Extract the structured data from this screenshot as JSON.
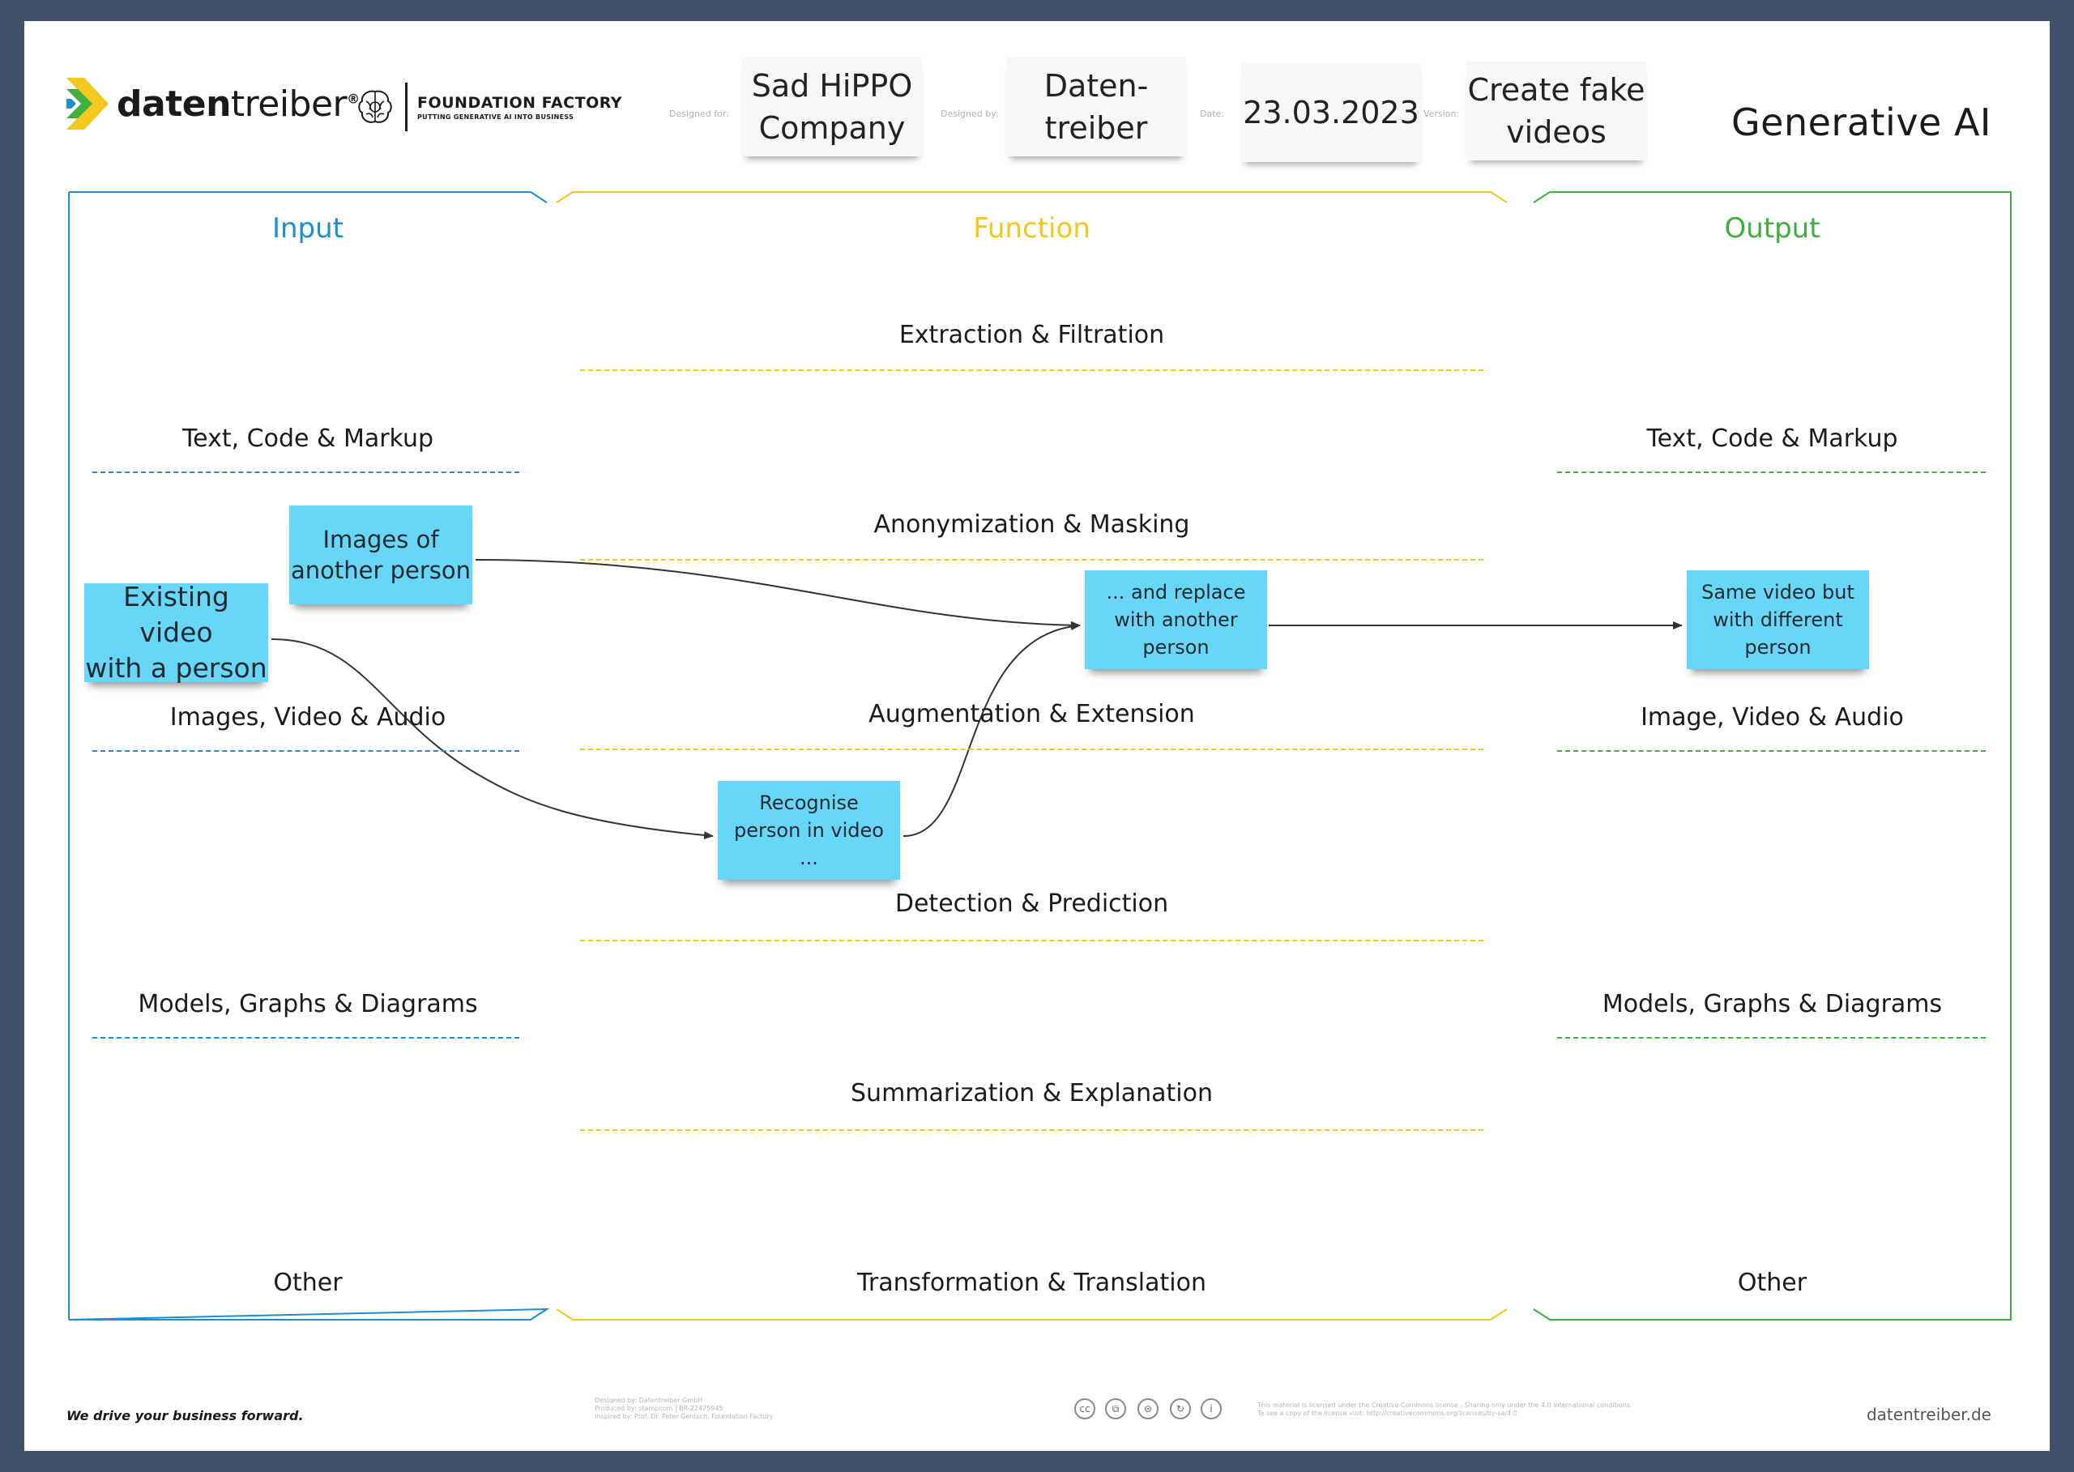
{
  "header": {
    "brand": {
      "name_bold": "daten",
      "name_light": "treiber",
      "reg": "®"
    },
    "foundation": {
      "title": "FOUNDATION FACTORY",
      "subtitle": "PUTTING GENERATIVE AI INTO BUSINESS"
    },
    "meta": {
      "designed_for_label": "Designed for:",
      "designed_for": "Sad HiPPO\nCompany",
      "designed_by_label": "Designed by:",
      "designed_by": "Daten-\ntreiber",
      "date_label": "Date:",
      "date": "23.03.2023",
      "version_label": "Version:",
      "version": "Create fake\nvideos"
    },
    "title": "Generative AI"
  },
  "columns": {
    "input": {
      "title": "Input",
      "color": "#1b8fcf"
    },
    "function": {
      "title": "Function",
      "color": "#f2c81e"
    },
    "output": {
      "title": "Output",
      "color": "#3fae3f"
    }
  },
  "input_rows": [
    "Text, Code & Markup",
    "Images, Video & Audio",
    "Models, Graphs & Diagrams",
    "Other"
  ],
  "function_rows": [
    "Extraction & Filtration",
    "Anonymization & Masking",
    "Augmentation & Extension",
    "Detection & Prediction",
    "Summarization & Explanation",
    "Transformation & Translation"
  ],
  "output_rows": [
    "Text, Code & Markup",
    "Image, Video & Audio",
    "Models, Graphs & Diagrams",
    "Other"
  ],
  "stickies": {
    "existing_video": "Existing video\nwith a person",
    "images_person": "Images of\nanother person",
    "recognise": "Recognise\nperson in video\n...",
    "replace": "... and replace\nwith another\nperson",
    "same_video": "Same video but\nwith different\nperson"
  },
  "sticky_color": "#67d6f7",
  "footer": {
    "slogan": "We drive your business forward.",
    "credits": "Designed by: Datentreiber GmbH\nProduced by: stampcom | BR-22475945\nInspired by: Prof. Dr. Peter Gentsch, Foundation Factory",
    "license": "This material is licensed under the Creative Commons license - Sharing only under the 4.0 international conditions.\nTo see a copy of the license visit: http://creativecommons.org/licenses/by-sa/4.0",
    "url": "datentreiber.de"
  }
}
